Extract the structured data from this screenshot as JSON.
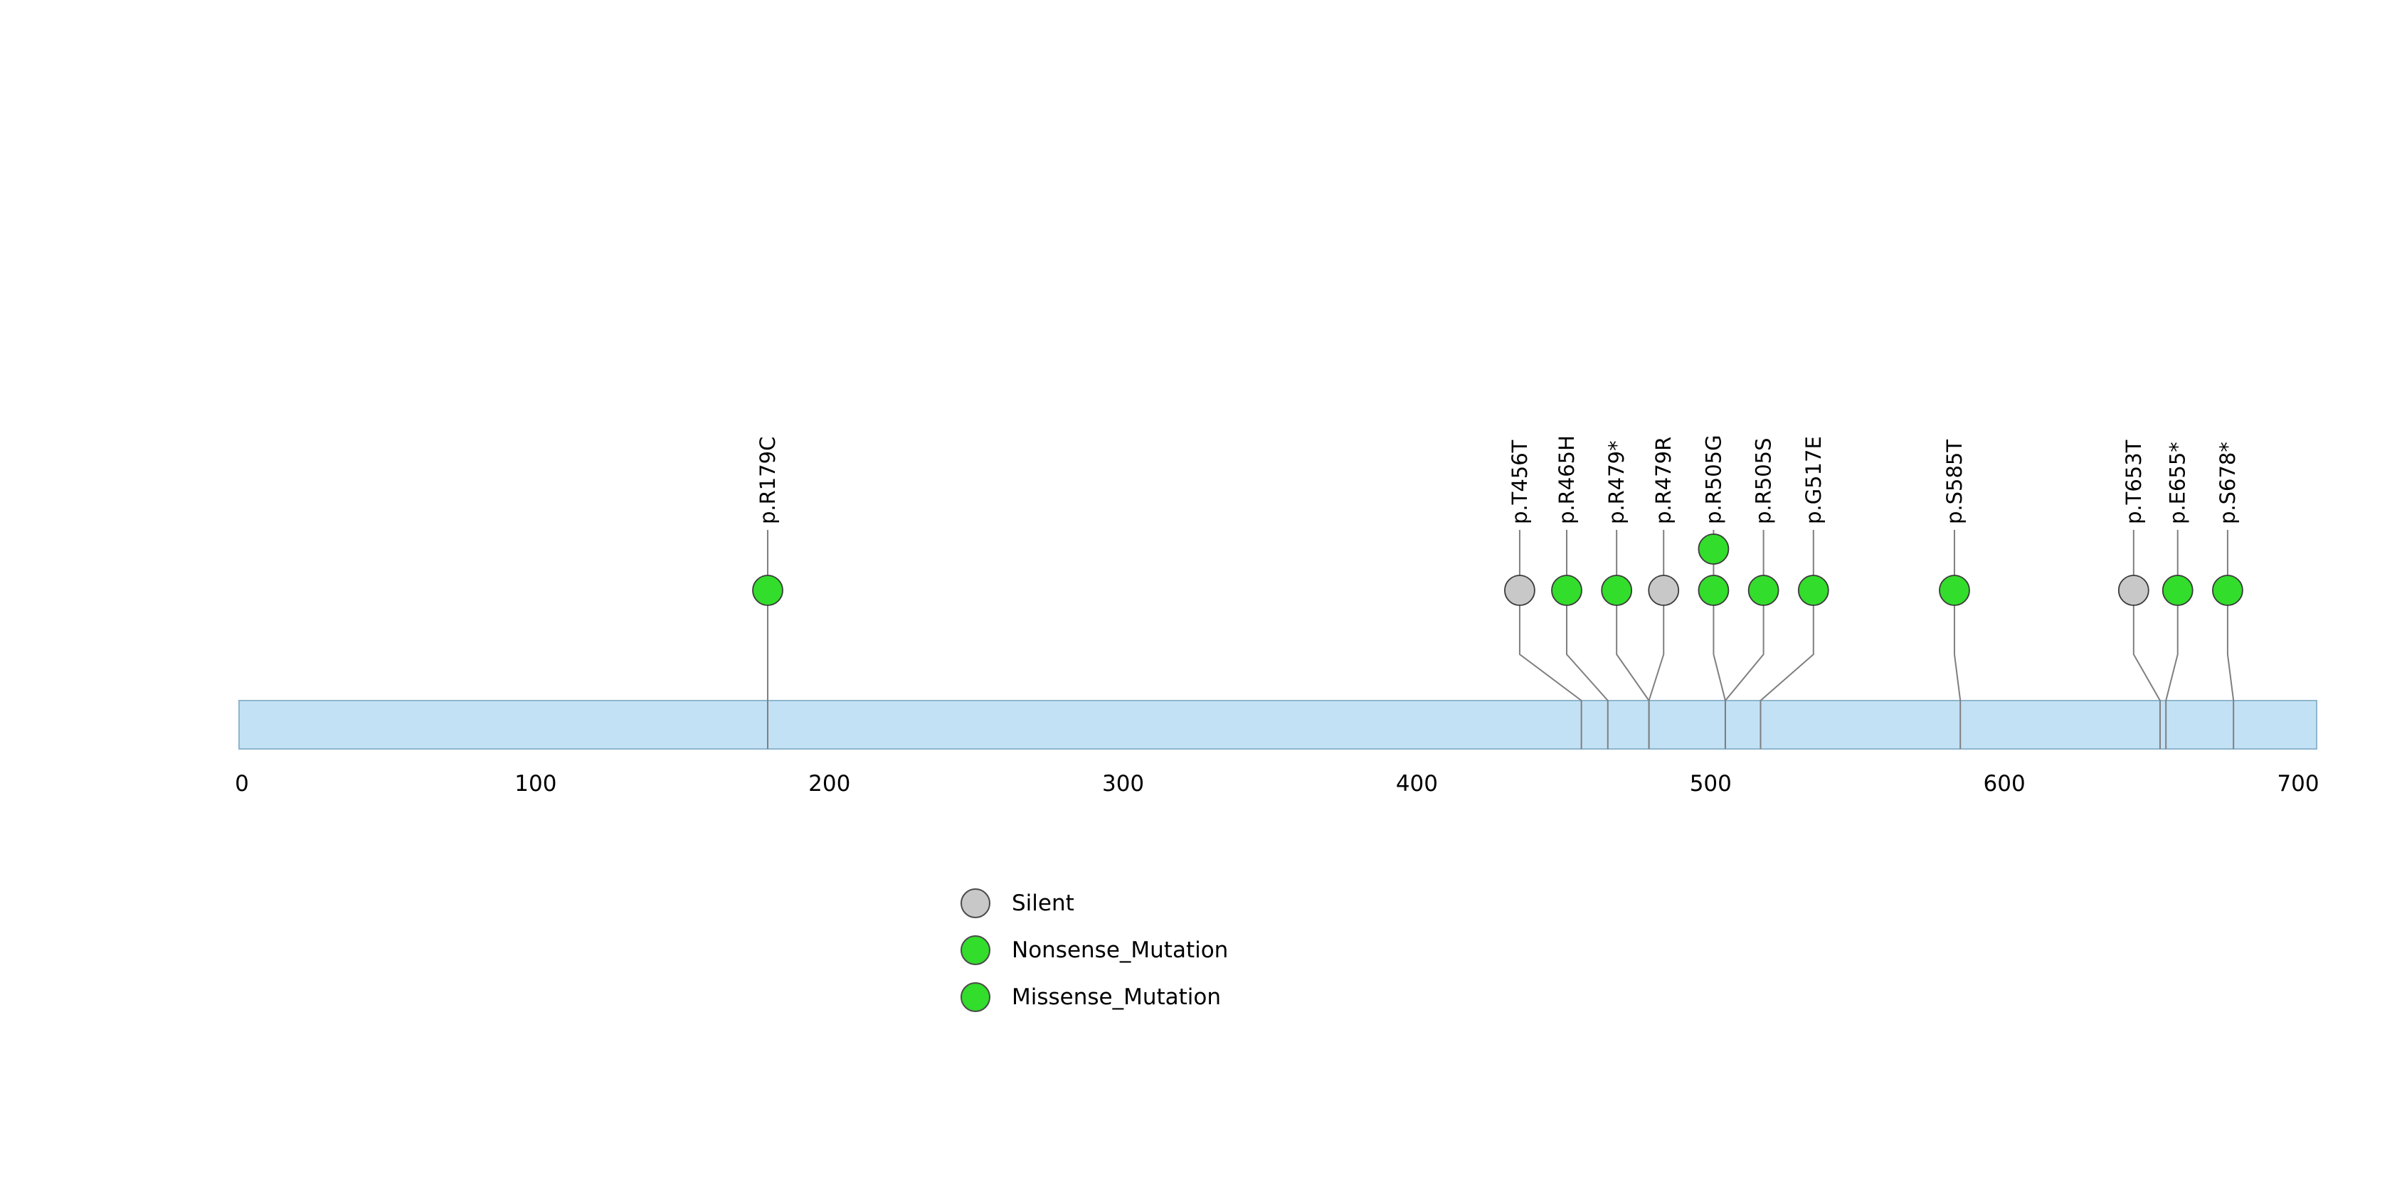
{
  "legend": {
    "items": [
      {
        "label": "Silent",
        "color": "#C8C8C8"
      },
      {
        "label": "Nonsense_Mutation",
        "color": "#33DD2B"
      },
      {
        "label": "Missense_Mutation",
        "color": "#33DD2B"
      }
    ]
  },
  "chart_data": {
    "type": "lollipop",
    "title": "",
    "xlabel": "",
    "ylabel": "",
    "axis_ticks": [
      0,
      100,
      200,
      300,
      400,
      500,
      600,
      700
    ],
    "axis_range": [
      0,
      700
    ],
    "protein_length": 706,
    "grid": false,
    "legend_position": "bottom-left",
    "colors": {
      "Silent": "#C8C8C8",
      "Nonsense_Mutation": "#33DD2B",
      "Missense_Mutation": "#33DD2B",
      "bar_fill": "#C3E1F5",
      "bar_stroke": "#8FB5CE",
      "stick": "#7F7F7F",
      "circle_stroke": "#3A3A3A"
    },
    "mutations": [
      {
        "label": "p.R179C",
        "pos": 179,
        "label_pos": 179,
        "class": "Missense_Mutation",
        "count": 1
      },
      {
        "label": "p.T456T",
        "pos": 456,
        "label_pos": 435,
        "class": "Silent",
        "count": 1
      },
      {
        "label": "p.R465H",
        "pos": 465,
        "label_pos": 451,
        "class": "Missense_Mutation",
        "count": 1
      },
      {
        "label": "p.R479*",
        "pos": 479,
        "label_pos": 468,
        "class": "Nonsense_Mutation",
        "count": 1
      },
      {
        "label": "p.R479R",
        "pos": 479,
        "label_pos": 484,
        "class": "Silent",
        "count": 1
      },
      {
        "label": "p.R505G",
        "pos": 505,
        "label_pos": 501,
        "class": "Missense_Mutation",
        "count": 2
      },
      {
        "label": "p.R505S",
        "pos": 505,
        "label_pos": 518,
        "class": "Missense_Mutation",
        "count": 1
      },
      {
        "label": "p.G517E",
        "pos": 517,
        "label_pos": 535,
        "class": "Missense_Mutation",
        "count": 1
      },
      {
        "label": "p.S585T",
        "pos": 585,
        "label_pos": 583,
        "class": "Missense_Mutation",
        "count": 1
      },
      {
        "label": "p.T653T",
        "pos": 653,
        "label_pos": 644,
        "class": "Silent",
        "count": 1
      },
      {
        "label": "p.E655*",
        "pos": 655,
        "label_pos": 659,
        "class": "Nonsense_Mutation",
        "count": 1
      },
      {
        "label": "p.S678*",
        "pos": 678,
        "label_pos": 676,
        "class": "Nonsense_Mutation",
        "count": 1
      }
    ]
  }
}
